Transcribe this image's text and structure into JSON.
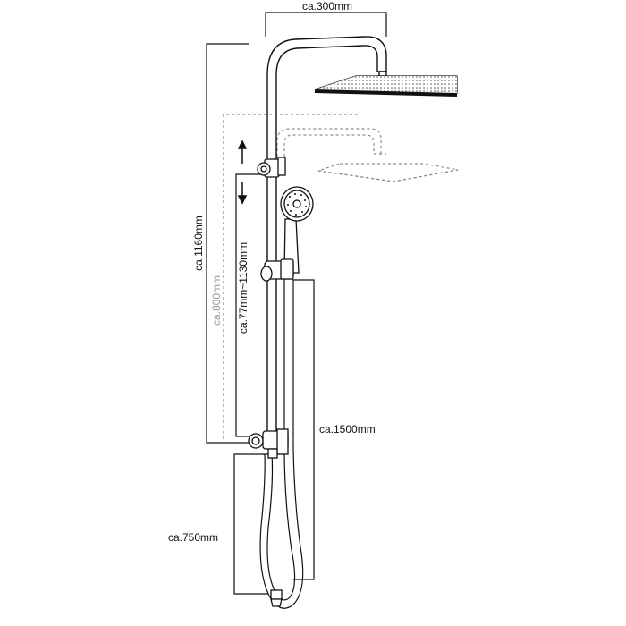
{
  "dimensions": {
    "head_width": "ca.300mm",
    "total_height": "ca.1160mm",
    "lowered_height": "ca.800mm",
    "adjust_range": "ca.77mm~1130mm",
    "hose_length": "ca.1500mm",
    "lower_height": "ca.750mm"
  },
  "colors": {
    "line": "#111111",
    "ghost": "#8c8c8c"
  }
}
